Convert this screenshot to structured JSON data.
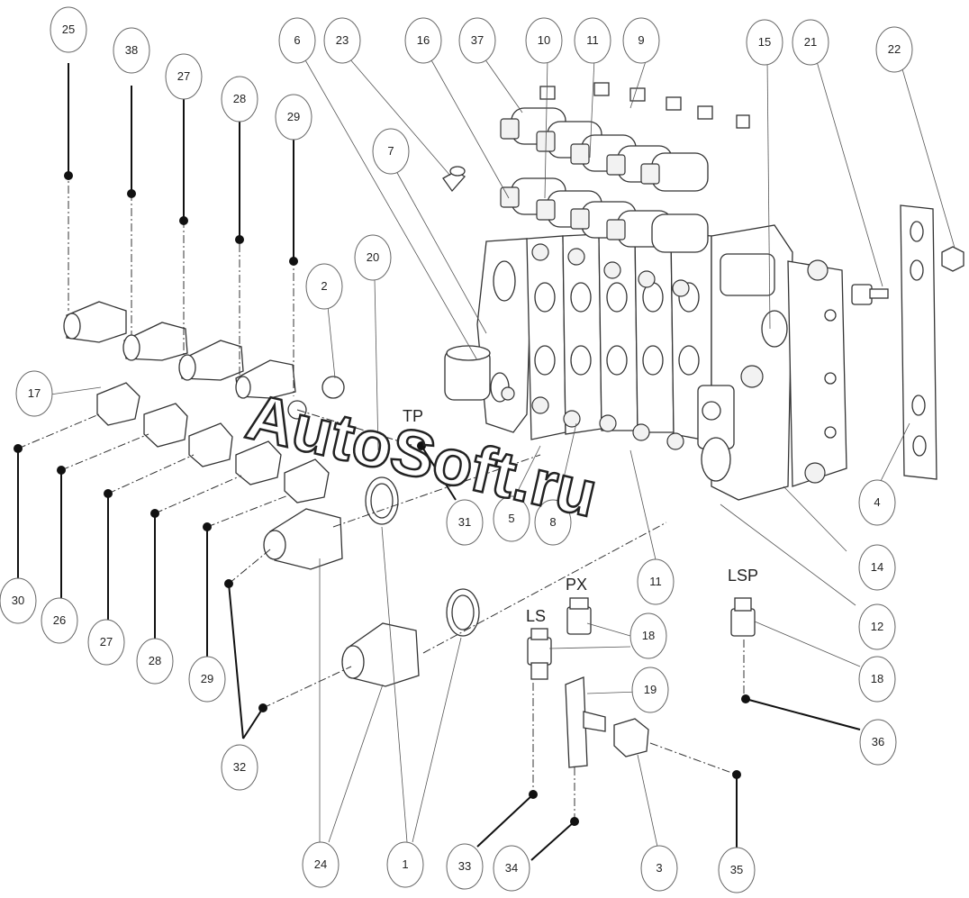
{
  "diagram": {
    "callout_labels": {
      "c25": "25",
      "c38": "38",
      "c27a": "27",
      "c28a": "28",
      "c29a": "29",
      "c6": "6",
      "c23": "23",
      "c16": "16",
      "c37": "37",
      "c10": "10",
      "c11a": "11",
      "c9": "9",
      "c15": "15",
      "c21": "21",
      "c22": "22",
      "c7": "7",
      "c20": "20",
      "c2": "2",
      "c17": "17",
      "c31": "31",
      "c5": "5",
      "c8": "8",
      "c11b": "11",
      "c4": "4",
      "c14": "14",
      "c12": "12",
      "c18a": "18",
      "c18b": "18",
      "c19": "19",
      "c36": "36",
      "c30": "30",
      "c26": "26",
      "c27b": "27",
      "c28b": "28",
      "c29b": "29",
      "c32": "32",
      "c24": "24",
      "c1": "1",
      "c33": "33",
      "c34": "34",
      "c3": "3",
      "c35": "35"
    },
    "port_labels": {
      "tp": "TP",
      "ls": "LS",
      "px": "PX",
      "lsp": "LSP"
    },
    "watermark": "AutoSoft.ru"
  }
}
